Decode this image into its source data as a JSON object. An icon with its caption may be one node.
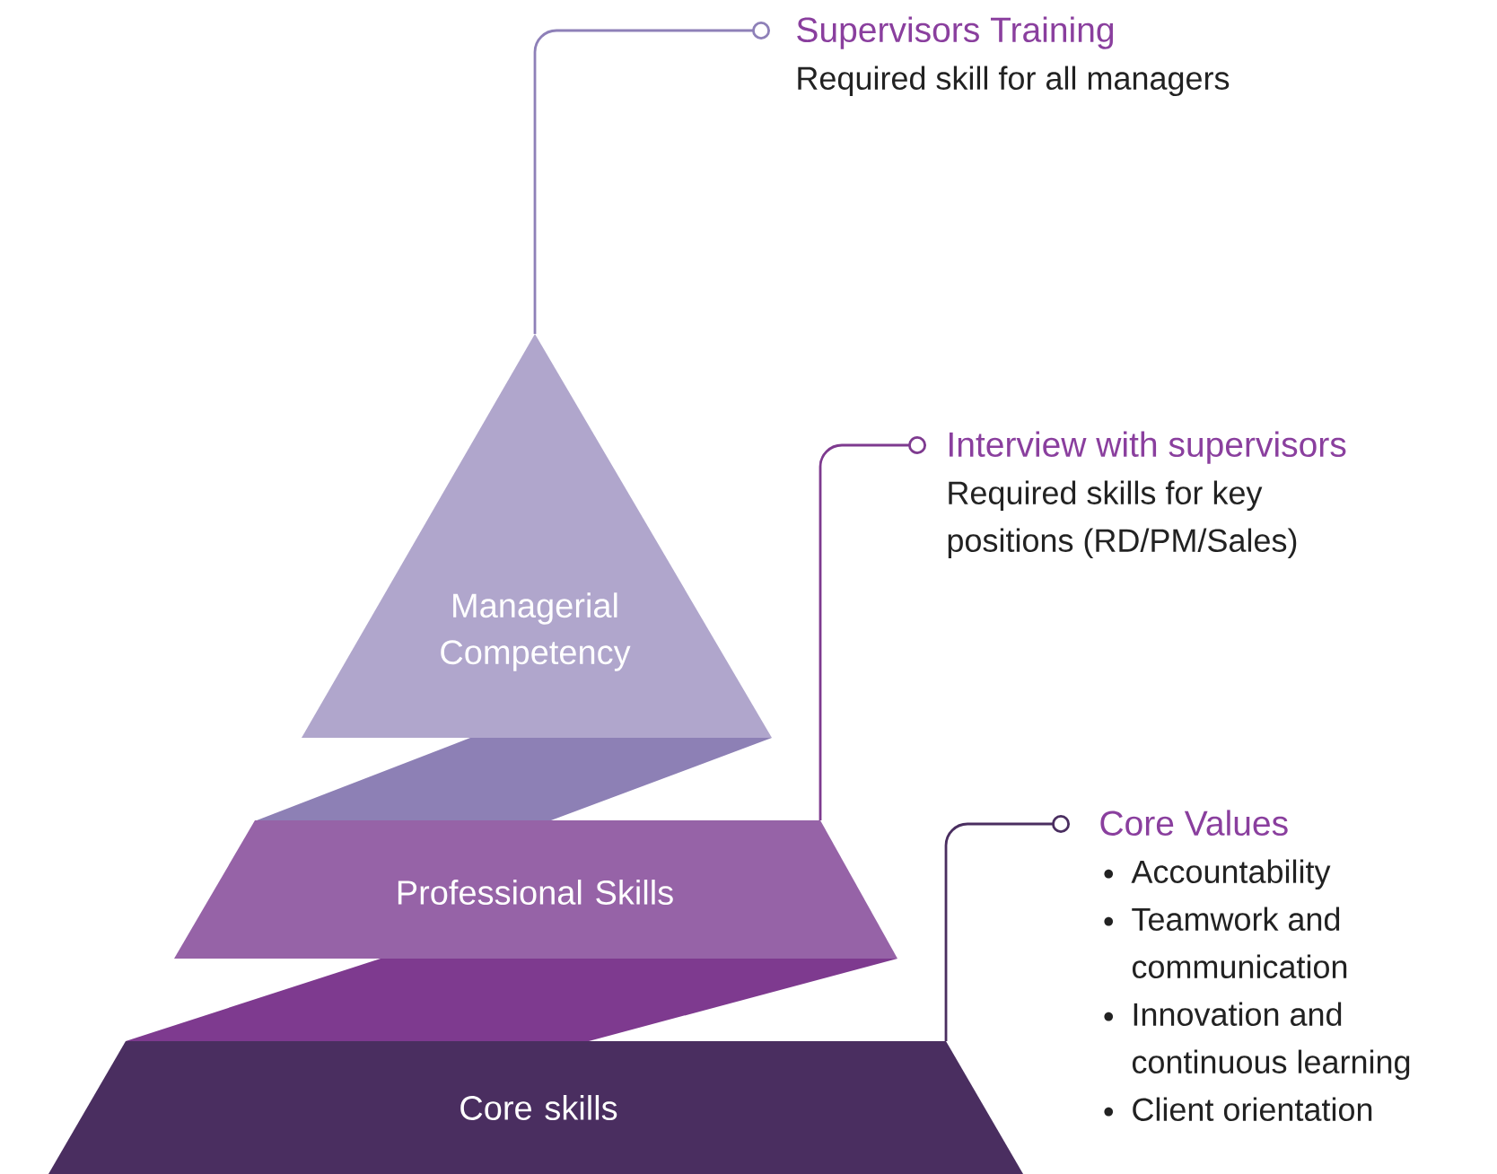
{
  "diagram": {
    "nodes": [
      {
        "text": [
          "Supervisors Training",
          "Required skill for all managers"
        ]
      },
      {
        "text": [
          "Managerial Competency"
        ]
      },
      {
        "text": [
          "Interview with supervisors",
          "Required skills for key positions (RD/PM/Sales)"
        ]
      },
      {
        "text": [
          "Professional Skills"
        ]
      },
      {
        "text": [
          "Core Values",
          "Accountability",
          "Teamwork and communication",
          "Innovation and continuous learning",
          "Client orientation"
        ]
      },
      {
        "text": [
          "Core skills"
        ]
      }
    ],
    "edges": [
      {
        "from": 0,
        "to": 1,
        "arrow": "other",
        "color": "#8e80b8"
      },
      {
        "from": 2,
        "to": 3,
        "arrow": "other",
        "color": "#7e3a8f"
      },
      {
        "from": 4,
        "to": 5,
        "arrow": "other",
        "color": "#4a2e60"
      }
    ]
  }
}
